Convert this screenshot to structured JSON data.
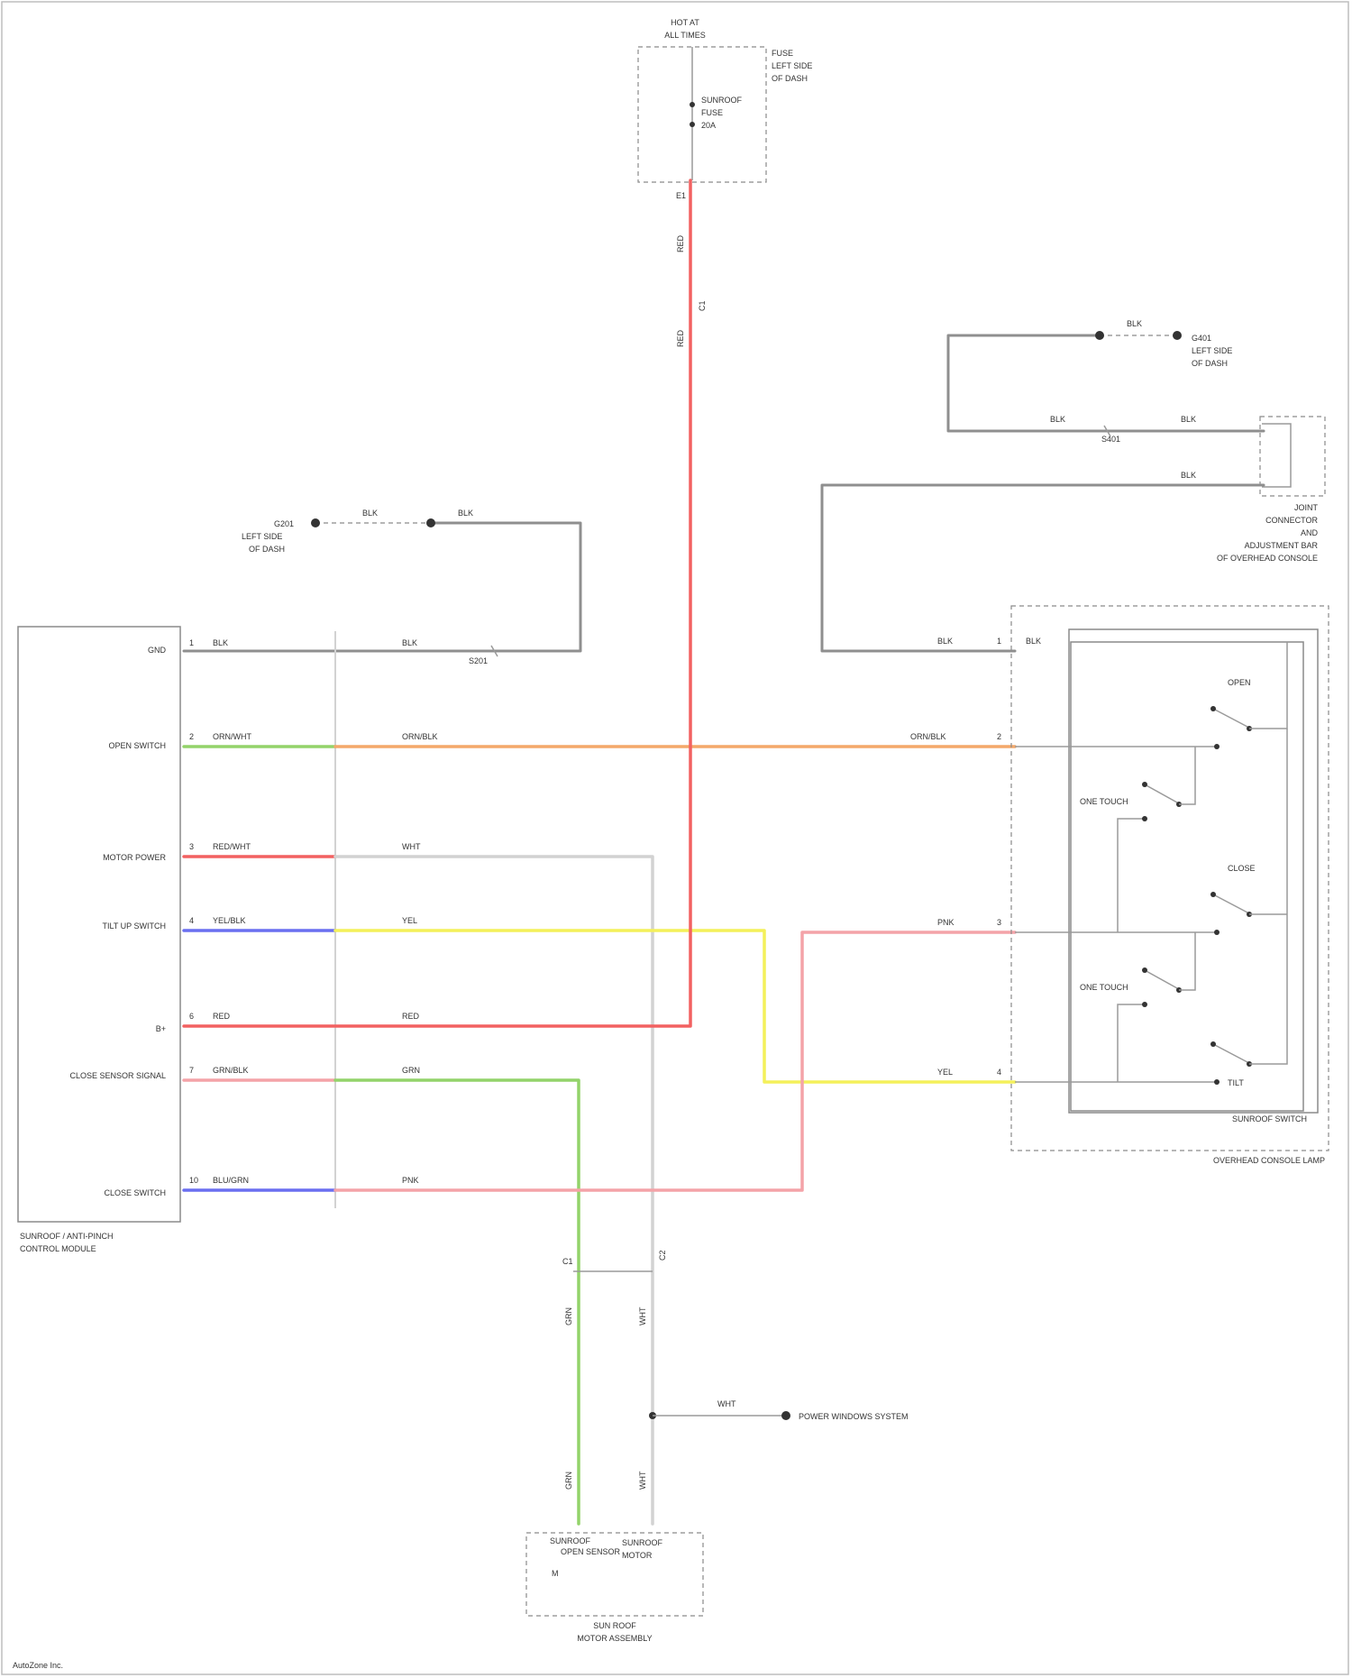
{
  "colors": {
    "red": "#f26161",
    "green": "#93d36a",
    "orange": "#f4a86a",
    "yellow": "#f4f05a",
    "pink": "#f4a3a8",
    "blue": "#6a6ff0",
    "gray": "#8f8f8f",
    "lightgray": "#d2d2d2"
  },
  "fuse": {
    "title_line1": "HOT AT",
    "title_line2": "ALL TIMES",
    "box_label_1": "FUSE",
    "box_label_2": "LEFT SIDE",
    "box_label_3": "OF DASH",
    "fuse_label_1": "SUNROOF",
    "fuse_label_2": "FUSE",
    "fuse_label_3": "20A",
    "pin": "E1",
    "wire_top": "RED",
    "wire_mid": "RED",
    "conn": "C1"
  },
  "ground_top_right": {
    "wire": "BLK",
    "label_1": "G401",
    "label_2": "LEFT SIDE",
    "label_3": "OF DASH",
    "wire_a": "BLK",
    "wire_b": "BLK",
    "wire_c": "BLK",
    "splice": "S401",
    "joint_1": "JOINT",
    "joint_2": "CONNECTOR",
    "joint_3": "AND",
    "joint_4": "ADJUSTMENT BAR",
    "joint_5": "OF OVERHEAD CONSOLE"
  },
  "ground_left": {
    "label_1": "G201",
    "label_2": "LEFT SIDE",
    "label_3": "OF DASH",
    "wire_a": "BLK",
    "wire_b": "BLK",
    "splice": "S201"
  },
  "module": {
    "name_1": "SUNROOF / ANTI-PINCH",
    "name_2": "CONTROL MODULE",
    "pins": [
      {
        "label": "GND",
        "pin": "1",
        "wire": "BLK"
      },
      {
        "label": "OPEN SWITCH",
        "pin": "2",
        "wire": "ORN/WHT"
      },
      {
        "label": "MOTOR POWER",
        "pin": "3",
        "wire": "RED/WHT"
      },
      {
        "label": "TILT UP SWITCH",
        "pin": "4",
        "wire": "YEL/BLK"
      },
      {
        "label": "B+",
        "pin": "6",
        "wire": "RED"
      },
      {
        "label": "CLOSE SENSOR SIGNAL",
        "pin": "7",
        "wire": "GRN/BLK"
      },
      {
        "label": "CLOSE SWITCH",
        "pin": "10",
        "wire": "BLU/GRN"
      }
    ]
  },
  "mid_wires": [
    "BLK",
    "ORN/BLK",
    "WHT",
    "YEL",
    "RED",
    "GRN",
    "PNK"
  ],
  "right_wires": {
    "blk": "BLK",
    "blk_pin": "1",
    "orn": "ORN/BLK",
    "orn_pin": "2",
    "pnk": "PNK",
    "pnk_pin": "3",
    "yel": "YEL",
    "yel_pin": "4"
  },
  "switch": {
    "open": "OPEN",
    "one_touch_1": "ONE TOUCH",
    "close": "CLOSE",
    "one_touch_2": "ONE TOUCH",
    "tilt": "TILT",
    "name": "SUNROOF SWITCH",
    "console": "OVERHEAD CONSOLE LAMP",
    "blk_label": "BLK"
  },
  "motor": {
    "wire_grn": "GRN",
    "wire_wht": "WHT",
    "wire_grn2": "GRN",
    "wire_wht2": "WHT",
    "conn_1": "C1",
    "conn_2": "C2",
    "splice_label": "WHT",
    "power_label": "POWER WINDOWS SYSTEM",
    "label_1": "SUNROOF",
    "label_2": "OPEN SENSOR",
    "label_3": "SUNROOF",
    "label_4": "MOTOR",
    "label_m": "M",
    "box_1": "SUN ROOF",
    "box_2": "MOTOR ASSEMBLY"
  },
  "footer": "AutoZone Inc."
}
